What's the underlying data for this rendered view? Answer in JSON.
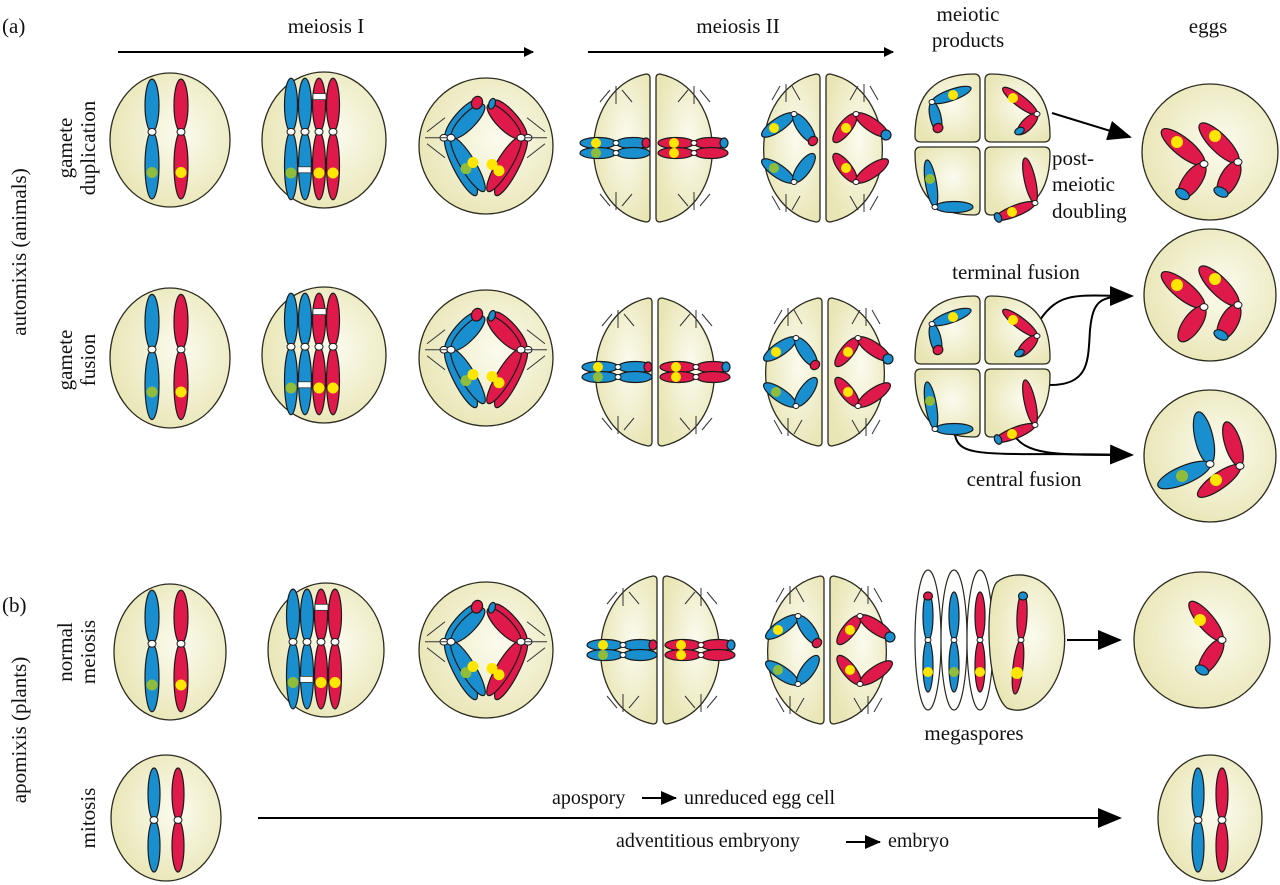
{
  "panels": {
    "a": {
      "label": "(a)",
      "group_label": "automixis (animals)",
      "rows": [
        {
          "label_line1": "gamete",
          "label_line2": "duplication"
        },
        {
          "label_line1": "gamete",
          "label_line2": "fusion"
        }
      ]
    },
    "b": {
      "label": "(b)",
      "group_label": "apomixis (plants)",
      "rows": [
        {
          "label_line1": "normal",
          "label_line2": "meiosis"
        },
        {
          "label_line1": "mitosis",
          "label_line2": ""
        }
      ]
    }
  },
  "columns": {
    "meiosis_1": "meiosis I",
    "meiosis_2": "meiosis II",
    "products_line1": "meiotic",
    "products_line2": "products",
    "eggs": "eggs"
  },
  "annotations": {
    "post_meiotic_1": "post-",
    "post_meiotic_2": "meiotic",
    "post_meiotic_3": "doubling",
    "terminal_fusion": "terminal fusion",
    "central_fusion": "central fusion",
    "megaspores": "megaspores",
    "apospory": "apospory",
    "unreduced_egg": "unreduced egg cell",
    "adventitious": "adventitious embryony",
    "embryo": "embryo"
  },
  "colors": {
    "maternal": "#1a8fcf",
    "paternal": "#e0194b",
    "cell_fill": "#efedc4",
    "cell_center": "#fbfbef",
    "allele_yellow": "#ffe600",
    "allele_green": "#8fbc3a",
    "outline": "#2b2b1f"
  }
}
